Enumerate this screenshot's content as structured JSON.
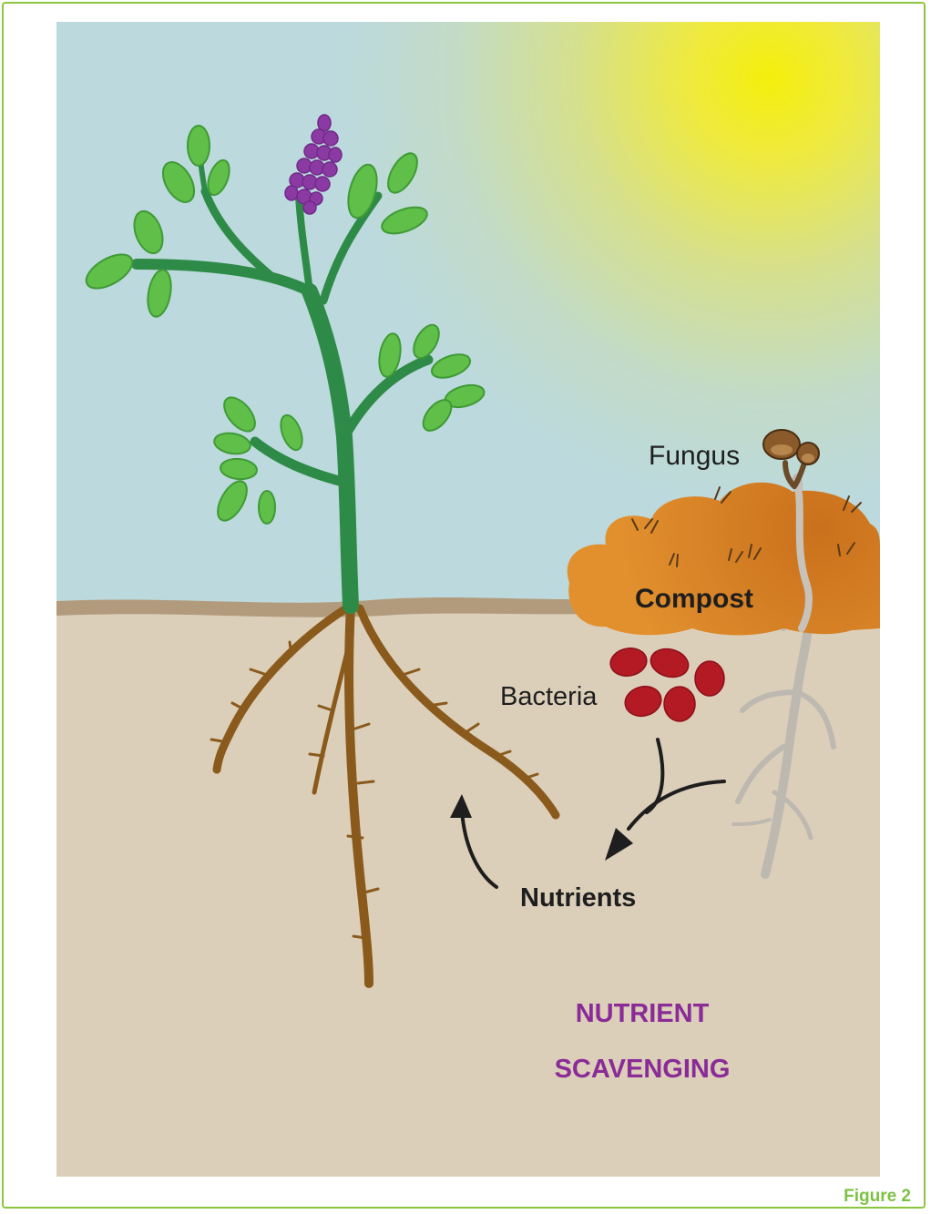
{
  "labels": {
    "fungus": "Fungus",
    "compost": "Compost",
    "bacteria": "Bacteria",
    "nutrients": "Nutrients",
    "title_line1": "NUTRIENT",
    "title_line2": "SCAVENGING"
  },
  "caption": "Figure 2",
  "colors": {
    "frame": "#8cc63f",
    "sky": "#bcd9dd",
    "sun": "#f2ef12",
    "soil": "#dccfb9",
    "stem": "#2e8b47",
    "leaf": "#5fbf48",
    "flower": "#8c3aa3",
    "root": "#8a5a1c",
    "compost": "#e08a2a",
    "bacteria": "#b31a24",
    "hyphae": "#bdb8b0",
    "title": "#8a2b98",
    "caption": "#7cc242"
  }
}
